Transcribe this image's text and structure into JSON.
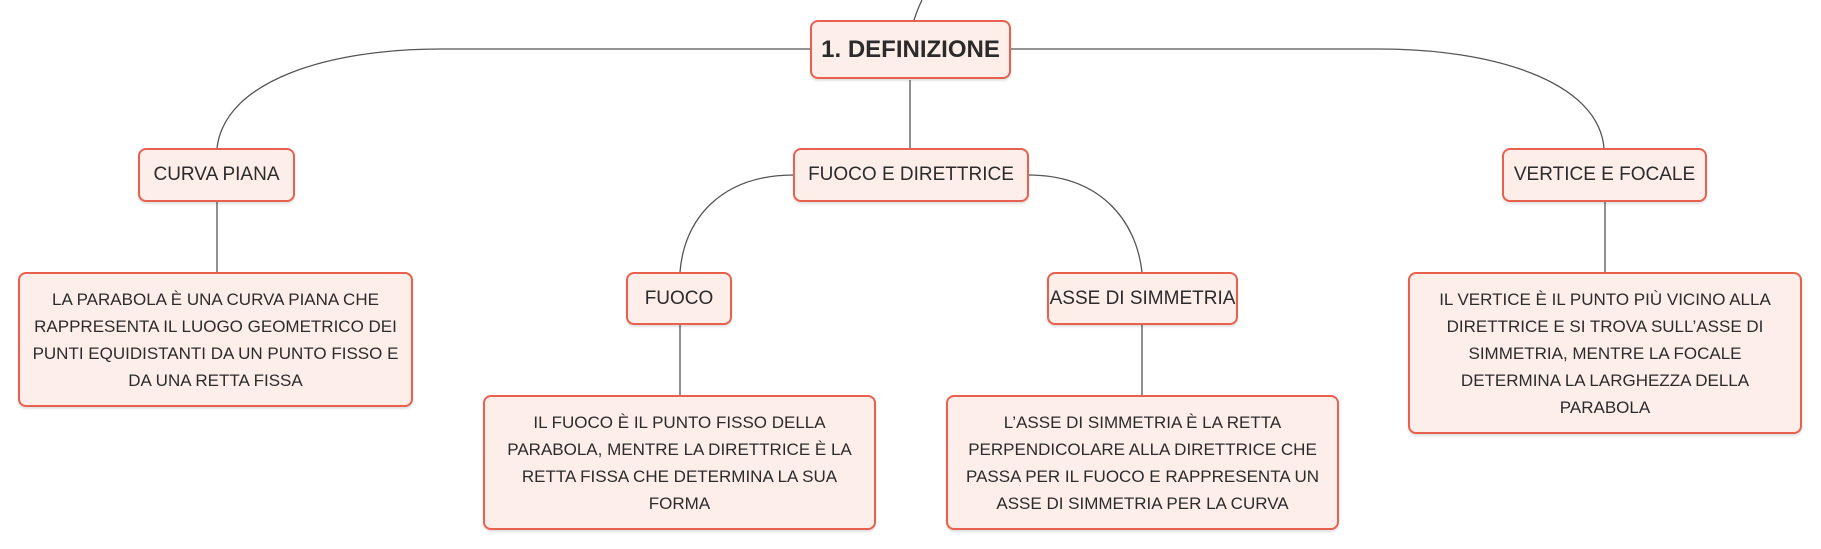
{
  "colors": {
    "node_fill": "#fdeee9",
    "node_border": "#e8604e",
    "edge": "#555555",
    "text": "#2b2b2b"
  },
  "root": {
    "label": "1. DEFINIZIONE"
  },
  "topics": [
    {
      "label": "CURVA PIANA"
    },
    {
      "label": "FUOCO E DIRETTRICE"
    },
    {
      "label": "VERTICE E FOCALE"
    }
  ],
  "subtopics": [
    {
      "label": "FUOCO"
    },
    {
      "label": "ASSE DI SIMMETRIA"
    }
  ],
  "descriptions": [
    {
      "text": "LA PARABOLA È UNA CURVA PIANA CHE RAPPRESENTA IL LUOGO GEOMETRICO DEI PUNTI EQUIDISTANTI DA UN PUNTO FISSO E DA UNA RETTA FISSA"
    },
    {
      "text": "IL FUOCO È IL PUNTO FISSO DELLA PARABOLA, MENTRE LA DIRETTRICE È LA RETTA FISSA CHE DETERMINA LA SUA FORMA"
    },
    {
      "text": "L’ASSE DI SIMMETRIA È LA RETTA PERPENDICOLARE ALLA DIRETTRICE CHE PASSA PER IL FUOCO E RAPPRESENTA UN ASSE DI SIMMETRIA PER LA CURVA"
    },
    {
      "text": "IL VERTICE È IL PUNTO PIÙ VICINO ALLA DIRETTRICE E SI TROVA SULL’ASSE DI SIMMETRIA, MENTRE LA FOCALE DETERMINA LA LARGHEZZA DELLA PARABOLA"
    }
  ]
}
